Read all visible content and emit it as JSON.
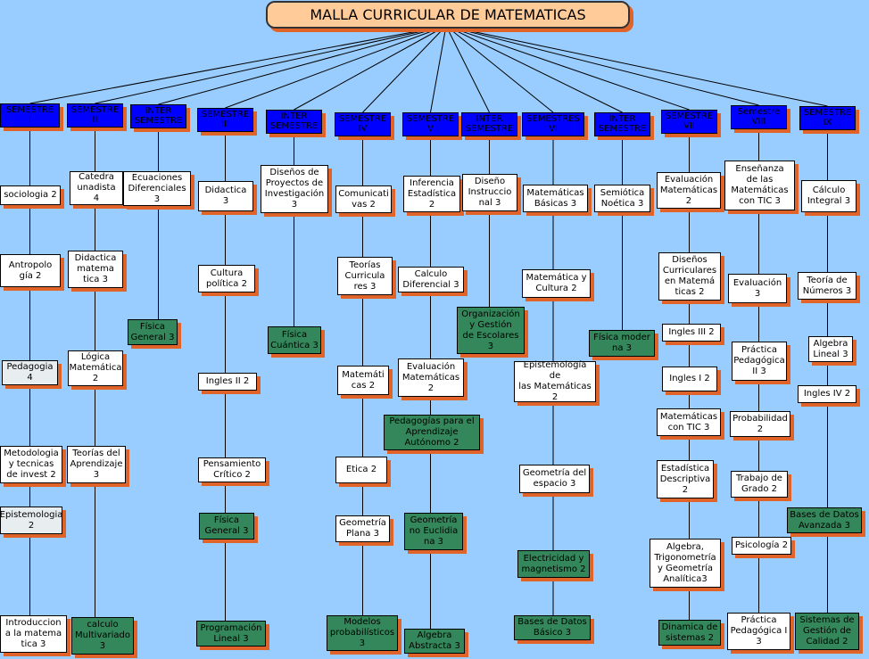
{
  "title": "MALLA CURRICULAR DE MATEMATICAS",
  "colors": {
    "background": "#99ccff",
    "title_fill": "#ffcc99",
    "header_fill": "#0000ff",
    "course_fill": "#ffffff",
    "highlight_fill": "#33875a",
    "shadow": "#e0642a"
  },
  "columns": [
    {
      "header": "SEMESTRE\nI",
      "courses": [
        {
          "text": "sociologia 2",
          "style": "white"
        },
        {
          "text": "Antropolo\ngía    2",
          "style": "white"
        },
        {
          "text": "Pedagogia\n4",
          "style": "gray"
        },
        {
          "text": "Metodologia\ny tecnicas\nde invest  2",
          "style": "white"
        },
        {
          "text": "Epistemologia\n2",
          "style": "gray"
        },
        {
          "text": "Introduccion\na la  matema\ntica    3",
          "style": "white"
        }
      ]
    },
    {
      "header": "SEMESTRE\nII",
      "courses": [
        {
          "text": "Catedra\nunadista\n4",
          "style": "white"
        },
        {
          "text": "Didactica\nmatema\ntica 3",
          "style": "white"
        },
        {
          "text": "Lógica\nMatemática\n2",
          "style": "white"
        },
        {
          "text": "Teorías del\nAprendizaje\n3",
          "style": "white"
        },
        {
          "text": "calculo\nMultivariado\n3",
          "style": "green"
        }
      ]
    },
    {
      "header": "INTER\nSEMESTRE",
      "courses": [
        {
          "text": "Ecuaciones\nDiferenciales\n3",
          "style": "white"
        },
        {
          "text": "Física\nGeneral 3",
          "style": "green"
        }
      ]
    },
    {
      "header": "SEMESTRE\nIII",
      "courses": [
        {
          "text": "Didactica\n3",
          "style": "white"
        },
        {
          "text": "Cultura\npolítica   2",
          "style": "white"
        },
        {
          "text": "Ingles II  2",
          "style": "white"
        },
        {
          "text": "Pensamiento\nCrítico 2",
          "style": "white"
        },
        {
          "text": "Física\nGeneral  3",
          "style": "green"
        },
        {
          "text": "Programación\nLineal 3",
          "style": "green"
        }
      ]
    },
    {
      "header": "INTER\nSEMESTRE",
      "courses": [
        {
          "text": "Diseños de\nProyectos de\nInvestigación\n3",
          "style": "white"
        },
        {
          "text": "Física\nCuántica 3",
          "style": "green"
        }
      ]
    },
    {
      "header": "SEMESTRE\nIV",
      "courses": [
        {
          "text": "Comunicati\nvas 2",
          "style": "white"
        },
        {
          "text": "Teorías\nCurricula\nres       3",
          "style": "white"
        },
        {
          "text": "Matemáti\ncas   2",
          "style": "white"
        },
        {
          "text": "Etica        2",
          "style": "white"
        },
        {
          "text": "Geometría\nPlana 3",
          "style": "white"
        },
        {
          "text": "Modelos\nprobabilísticos\n3",
          "style": "green"
        }
      ]
    },
    {
      "header": "SEMESTRE\nV",
      "courses": [
        {
          "text": "Inferencia\nEstadística\n2",
          "style": "white"
        },
        {
          "text": "Calculo\nDiferencial 3",
          "style": "white"
        },
        {
          "text": "Evaluación\nMatemáticas\n2",
          "style": "white"
        },
        {
          "text": "Pedagogías para el\nAprendizaje\nAutónomo  2",
          "style": "green"
        },
        {
          "text": "Geometría\nno Euclidia\nna    3",
          "style": "green"
        },
        {
          "text": "Algebra\nAbstracta 3",
          "style": "green"
        }
      ]
    },
    {
      "header": "INTER\nSEMESTRE",
      "courses": [
        {
          "text": "Diseño\nInstruccio\nnal 3",
          "style": "white"
        },
        {
          "text": "Organización\ny  Gestión\nde  Escolares\n3",
          "style": "green"
        }
      ]
    },
    {
      "header": "SEMESTRES\nVI",
      "courses": [
        {
          "text": "Matemáticas\nBásicas 3",
          "style": "white"
        },
        {
          "text": "Matemática y\nCultura 2",
          "style": "white"
        },
        {
          "text": "Epistemología de\nlas Matemáticas\n2",
          "style": "white"
        },
        {
          "text": "Geometría del\nespacio  3",
          "style": "white"
        },
        {
          "text": "Electricidad y\nmagnetismo 2",
          "style": "green"
        },
        {
          "text": "Bases de Datos\nBásico 3",
          "style": "green"
        }
      ]
    },
    {
      "header": "INTER\nSEMESTRE",
      "courses": [
        {
          "text": "Semiótica\nNoética 3",
          "style": "white"
        },
        {
          "text": "Física moder\nna 3",
          "style": "green"
        }
      ]
    },
    {
      "header": "SEMESTRE\nVII",
      "courses": [
        {
          "text": "Evaluación\nMatemáticas\n2",
          "style": "white"
        },
        {
          "text": "Diseños\nCurriculares\nen Matemá\nticas  2",
          "style": "white"
        },
        {
          "text": "Ingles III 2",
          "style": "white"
        },
        {
          "text": "Ingles  I 2",
          "style": "white"
        },
        {
          "text": "Matemáticas\ncon  TIC 3",
          "style": "white"
        },
        {
          "text": "Estadística\nDescriptiva\n2",
          "style": "white"
        },
        {
          "text": "Algebra,\nTrigonometría\ny Geometría\nAnalítica3",
          "style": "white"
        },
        {
          "text": "Dinamica de\nsistemas 2",
          "style": "green"
        }
      ]
    },
    {
      "header": "Semestre\nVIII",
      "courses": [
        {
          "text": "Enseñanza\nde las\nMatemáticas\ncon TIC 3",
          "style": "white"
        },
        {
          "text": "Evaluación\n3",
          "style": "white"
        },
        {
          "text": "Práctica\nPedagógica\nII    3",
          "style": "white"
        },
        {
          "text": "Probabilidad\n2",
          "style": "white"
        },
        {
          "text": "Trabajo de\nGrado 2",
          "style": "white"
        },
        {
          "text": "Psicología 2",
          "style": "white"
        },
        {
          "text": "Práctica\nPedagógica I\n3",
          "style": "white"
        }
      ]
    },
    {
      "header": "SEMESTRE\nIX",
      "courses": [
        {
          "text": "Cálculo\nIntegral  3",
          "style": "white"
        },
        {
          "text": "Teoría de\nNúmeros 3",
          "style": "white"
        },
        {
          "text": "Algebra\nLineal 3",
          "style": "white"
        },
        {
          "text": "Ingles IV  2",
          "style": "white"
        },
        {
          "text": "Bases de Datos\nAvanzada 3",
          "style": "green"
        },
        {
          "text": "Sistemas de\nGestión de\nCalidad  2",
          "style": "green"
        }
      ]
    }
  ]
}
